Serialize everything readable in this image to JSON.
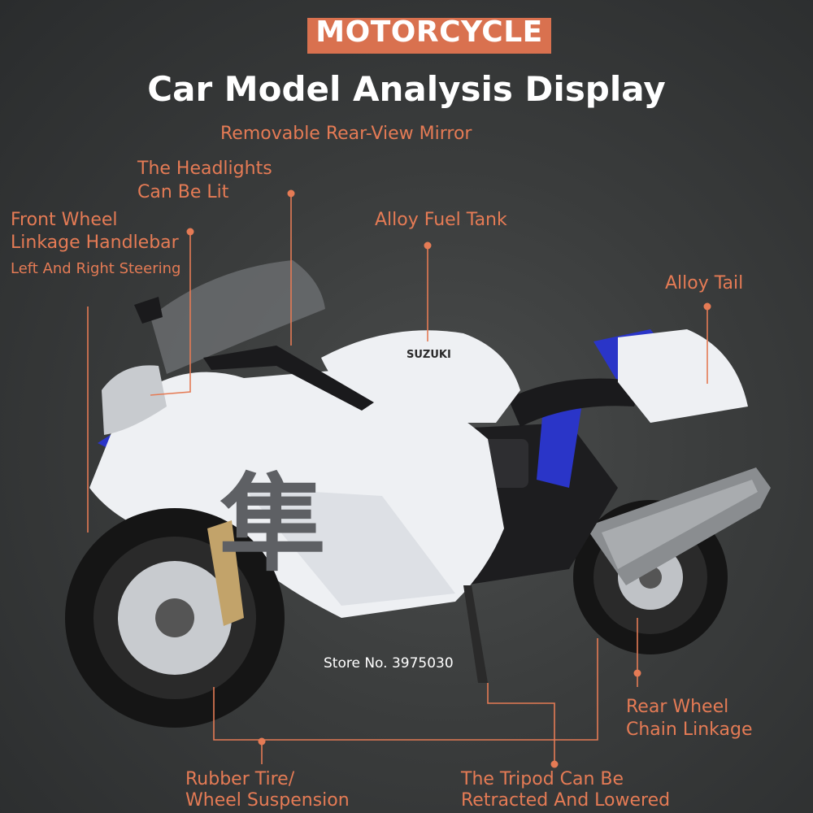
{
  "header": {
    "badge": "MOTORCYCLE",
    "title": "Car Model Analysis Display"
  },
  "callouts": {
    "mirror": "Removable Rear-View Mirror",
    "headlights_1": "The Headlights",
    "headlights_2": "Can Be Lit",
    "front_wheel_1": "Front Wheel",
    "front_wheel_2": "Linkage Handlebar",
    "front_wheel_3": "Left And Right Steering",
    "fuel_tank": "Alloy Fuel Tank",
    "tail": "Alloy Tail",
    "rear_wheel_1": "Rear Wheel",
    "rear_wheel_2": "Chain Linkage",
    "tire_1": "Rubber Tire/",
    "tire_2": "Wheel Suspension",
    "tripod_1": "The Tripod Can Be",
    "tripod_2": "Retracted And Lowered"
  },
  "motorcycle": {
    "brand": "SUZUKI",
    "glyph": "隼"
  },
  "watermark": "Store No. 3975030",
  "colors": {
    "accent": "#d9714f",
    "callout_text": "#e57b55",
    "body_white": "#eef0f3",
    "trim_blue": "#2a35c8"
  }
}
